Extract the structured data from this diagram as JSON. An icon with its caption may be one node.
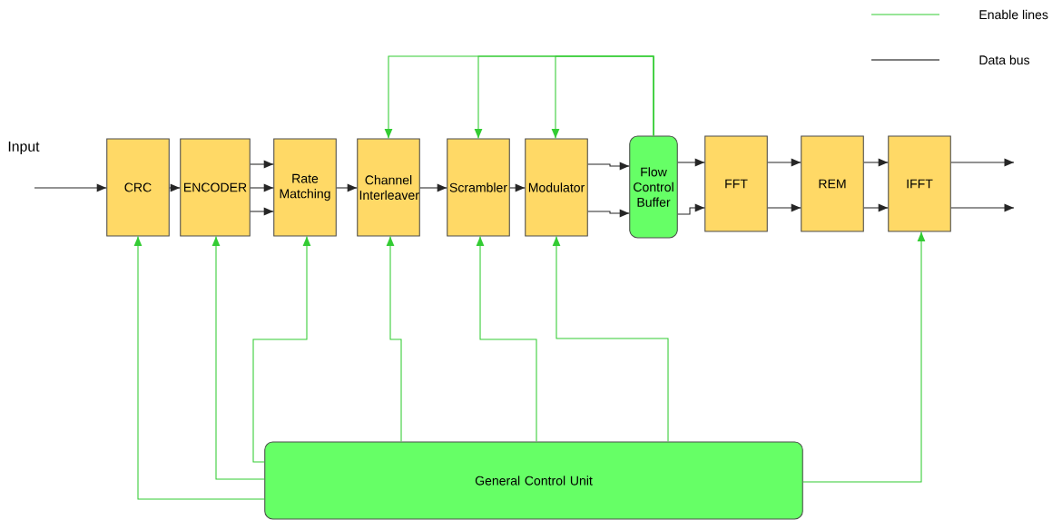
{
  "diagram": {
    "nodes": [
      {
        "text": [
          "CRC"
        ]
      },
      {
        "text": [
          "ENCODER"
        ]
      },
      {
        "text": [
          "Rate Matching"
        ]
      },
      {
        "text": [
          "Channel Interleaver"
        ]
      },
      {
        "text": [
          "Scrambler"
        ]
      },
      {
        "text": [
          "Modulator"
        ]
      },
      {
        "text": [
          "Flow Control Buffer"
        ]
      },
      {
        "text": [
          "FFT"
        ]
      },
      {
        "text": [
          "REM"
        ]
      },
      {
        "text": [
          "IFFT"
        ]
      },
      {
        "text": [
          "General Control Unit"
        ]
      }
    ],
    "edges": [
      {
        "from": null,
        "to": 0,
        "arrow": "to"
      },
      {
        "from": 0,
        "to": 1,
        "arrow": "to"
      },
      {
        "from": 1,
        "to": 2,
        "arrow": "to"
      },
      {
        "from": 1,
        "to": 2,
        "arrow": "to"
      },
      {
        "from": 1,
        "to": 2,
        "arrow": "to"
      },
      {
        "from": 2,
        "to": 3,
        "arrow": "to"
      },
      {
        "from": 3,
        "to": 4,
        "arrow": "to"
      },
      {
        "from": 4,
        "to": 5,
        "arrow": "to"
      },
      {
        "from": 5,
        "to": 6,
        "arrow": "to"
      },
      {
        "from": 5,
        "to": 6,
        "arrow": "to"
      },
      {
        "from": 6,
        "to": 7,
        "arrow": "to"
      },
      {
        "from": 6,
        "to": 7,
        "arrow": "to"
      },
      {
        "from": 7,
        "to": 8,
        "arrow": "to"
      },
      {
        "from": 7,
        "to": 8,
        "arrow": "to"
      },
      {
        "from": 8,
        "to": 9,
        "arrow": "to"
      },
      {
        "from": 8,
        "to": 9,
        "arrow": "to"
      },
      {
        "from": 9,
        "to": null,
        "arrow": "to"
      },
      {
        "from": 9,
        "to": null,
        "arrow": "to"
      },
      {
        "from": 6,
        "to": 3,
        "arrow": "to",
        "color": "#33cc33"
      },
      {
        "from": 6,
        "to": 4,
        "arrow": "to",
        "color": "#33cc33"
      },
      {
        "from": 6,
        "to": 5,
        "arrow": "to",
        "color": "#33cc33"
      },
      {
        "from": 10,
        "to": 0,
        "arrow": "to",
        "color": "#33cc33"
      },
      {
        "from": 10,
        "to": 1,
        "arrow": "to",
        "color": "#33cc33"
      },
      {
        "from": 10,
        "to": 2,
        "arrow": "to",
        "color": "#33cc33"
      },
      {
        "from": 10,
        "to": 3,
        "arrow": "to",
        "color": "#33cc33"
      },
      {
        "from": 10,
        "to": 4,
        "arrow": "to",
        "color": "#33cc33"
      },
      {
        "from": 10,
        "to": 5,
        "arrow": "to",
        "color": "#33cc33"
      },
      {
        "from": 10,
        "to": 9,
        "arrow": "to",
        "color": "#33cc33"
      }
    ],
    "labels": [
      "Input"
    ],
    "legend": [
      {
        "text": "Enable lines"
      },
      {
        "text": "Data bus"
      }
    ]
  }
}
